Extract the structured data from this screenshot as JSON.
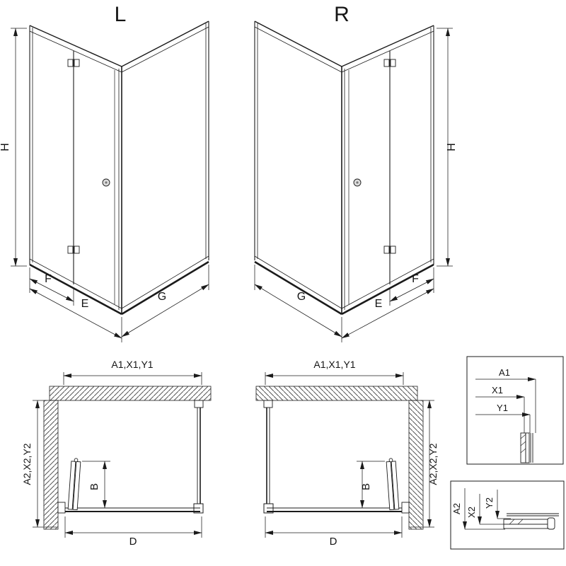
{
  "drawing": {
    "variants": {
      "left": "L",
      "right": "R"
    },
    "dims3d": {
      "h": "H",
      "f": "F",
      "e": "E",
      "g": "G"
    },
    "plan": {
      "top": "A1,X1,Y1",
      "side": "A2,X2,Y2",
      "b": "B",
      "d": "D"
    },
    "detail_top": {
      "a1": "A1",
      "x1": "X1",
      "y1": "Y1"
    },
    "detail_bottom": {
      "a2": "A2",
      "x2": "X2",
      "y2": "Y2"
    },
    "colors": {
      "ink": "#1b1b1b",
      "background": "#ffffff"
    }
  }
}
